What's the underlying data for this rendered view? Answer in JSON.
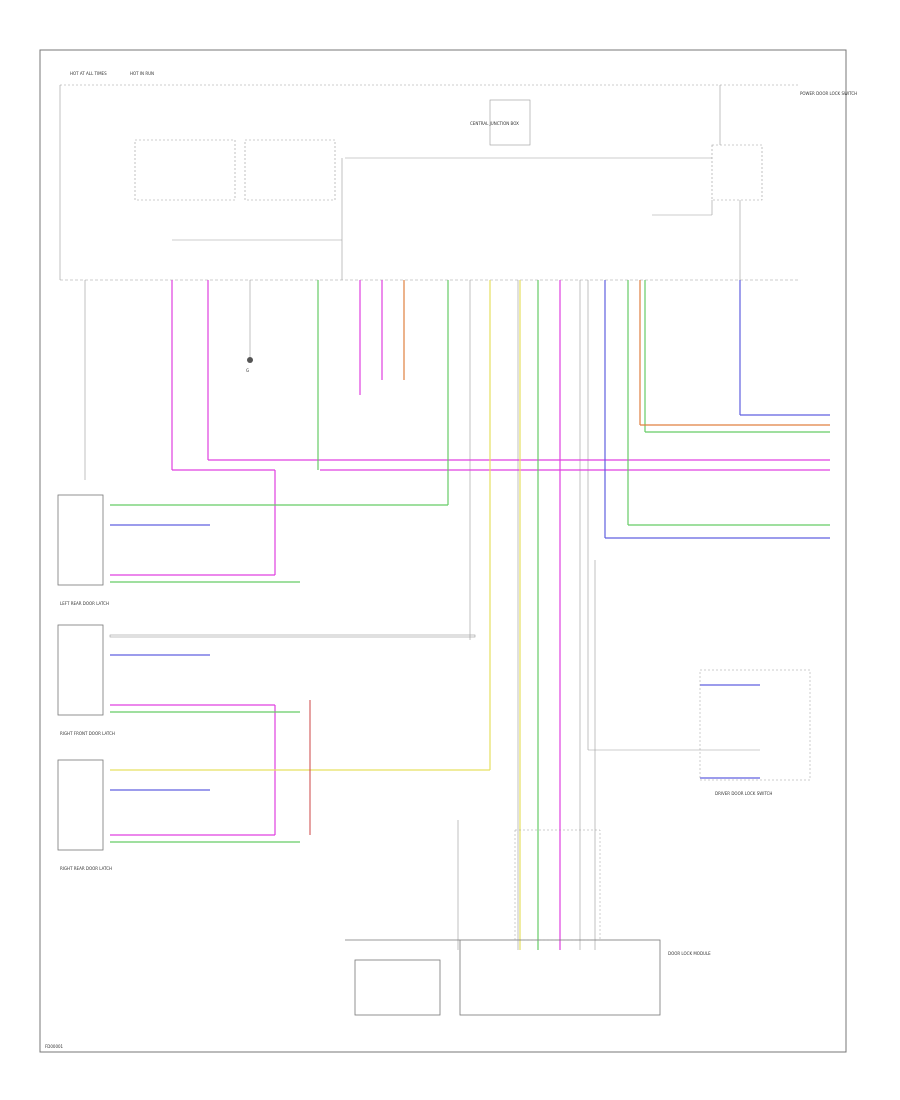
{
  "labels": {
    "top_fuse_1": "HOT AT ALL TIMES",
    "top_fuse_2": "HOT IN RUN",
    "ground_left": "G",
    "module_right": "POWER DOOR LOCK SWITCH",
    "central_junction": "CENTRAL JUNCTION BOX",
    "left_rear_door": "LEFT REAR DOOR LATCH",
    "right_front_door": "RIGHT FRONT DOOR LATCH",
    "right_rear_door": "RIGHT REAR DOOR LATCH",
    "driver_switch": "DRIVER DOOR LOCK SWITCH",
    "lock_module": "DOOR LOCK MODULE",
    "footer": "FD00001"
  }
}
